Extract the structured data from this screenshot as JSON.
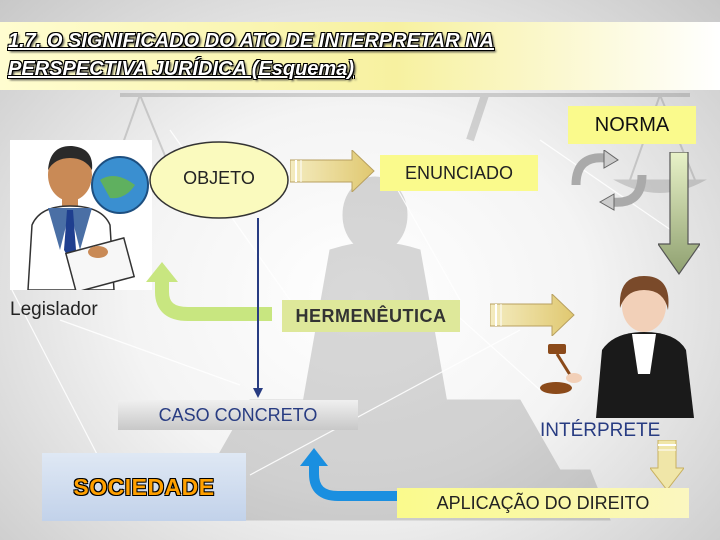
{
  "title": {
    "line1": " 1.7. O SIGNIFICADO DO ATO DE INTERPRETAR NA",
    "line2": "PERSPECTIVA JURÍDICA (Esquema)"
  },
  "nodes": {
    "norma": "NORMA",
    "objeto": "OBJETO",
    "enunciado": "ENUNCIADO",
    "legislador": "Legislador",
    "hermeneutica": "HERMENÊUTICA",
    "caso_concreto": "CASO CONCRETO",
    "interprete": "INTÉRPRETE",
    "sociedade": "SOCIEDADE",
    "aplicacao": "APLICAÇÃO DO DIREITO"
  },
  "colors": {
    "title_bg": "#f7f1a0",
    "box_yellow": "#fafa8c",
    "arrow_gold": "#e8d890",
    "green_arrow": "#c8e680",
    "blue_arrow": "#1a8fe0",
    "caso_blue": "#283c82",
    "sociedade_orange": "#ffa000"
  }
}
